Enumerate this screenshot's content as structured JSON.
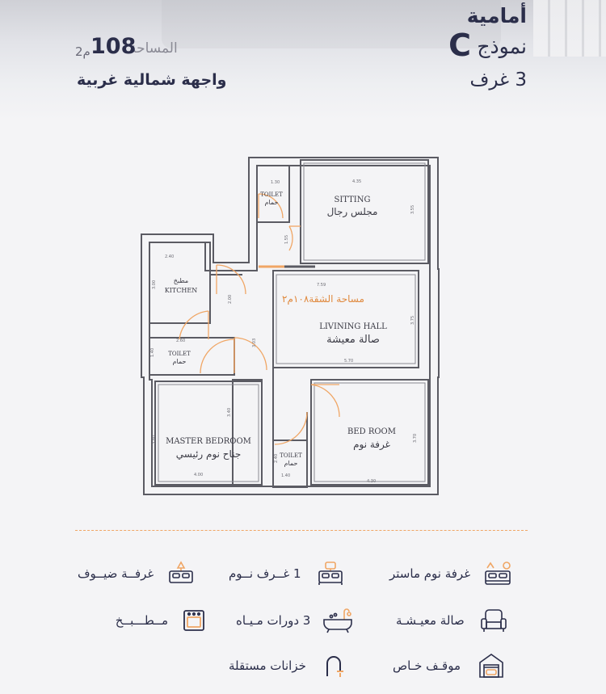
{
  "header": {
    "title": "أمامية",
    "model_word": "نموذج",
    "model_letter": "C",
    "rooms": "3 غرف",
    "area_label": "المساحة",
    "area_value": "108",
    "area_unit": "2م",
    "facade": "واجهة شمالية غربية"
  },
  "plan": {
    "sitting_en": "SITTING",
    "sitting_ar": "مجلس رجال",
    "kitchen_ar": "مطبخ",
    "kitchen_en": "KITCHEN",
    "area_note": "مساحة الشقة١٠٨م٢",
    "living_en": "LIVINING HALL",
    "living_ar": "صالة معيشة",
    "toilet_en": "TOILET",
    "toilet_ar": "حمام",
    "master_en": "MASTER BEDROOM",
    "master_ar": "جناح نوم رئيسي",
    "bed_en": "BED ROOM",
    "bed_ar": "غرفة نوم",
    "dims": {
      "d1": "1.30",
      "d2": "4.35",
      "d3": "3.55",
      "d4": "1.55",
      "d5": "2.40",
      "d6": "3.00",
      "d7": "2.00",
      "d8": "7.59",
      "d9": "3.75",
      "d10": "3.03",
      "d11": "5.70",
      "d12": "2.60",
      "d13": "1.40",
      "d14": "3.40",
      "d15": "3.80",
      "d16": "4.00",
      "d17": "2.40",
      "d18": "1.40",
      "d19": "3.70",
      "d20": "4.30"
    }
  },
  "features": [
    {
      "label": "غرفة نوم ماستر",
      "icon": "master-bed-icon"
    },
    {
      "label": "1 غــرف نــوم",
      "icon": "bed-icon"
    },
    {
      "label": "غرفــة ضيــوف",
      "icon": "guest-room-icon"
    },
    {
      "label": "صالة معيـشـة",
      "icon": "armchair-icon"
    },
    {
      "label": "3 دورات مـيـاه",
      "icon": "bathtub-icon"
    },
    {
      "label": "مــطـــبــخ",
      "icon": "stove-icon"
    },
    {
      "label": "موقـف خـاص",
      "icon": "garage-icon"
    },
    {
      "label": "خزانات مستقلة",
      "icon": "faucet-icon"
    }
  ],
  "colors": {
    "accent_orange": "#f0a665",
    "navy": "#2b2e4a",
    "wall_gray": "#5b5b63"
  }
}
